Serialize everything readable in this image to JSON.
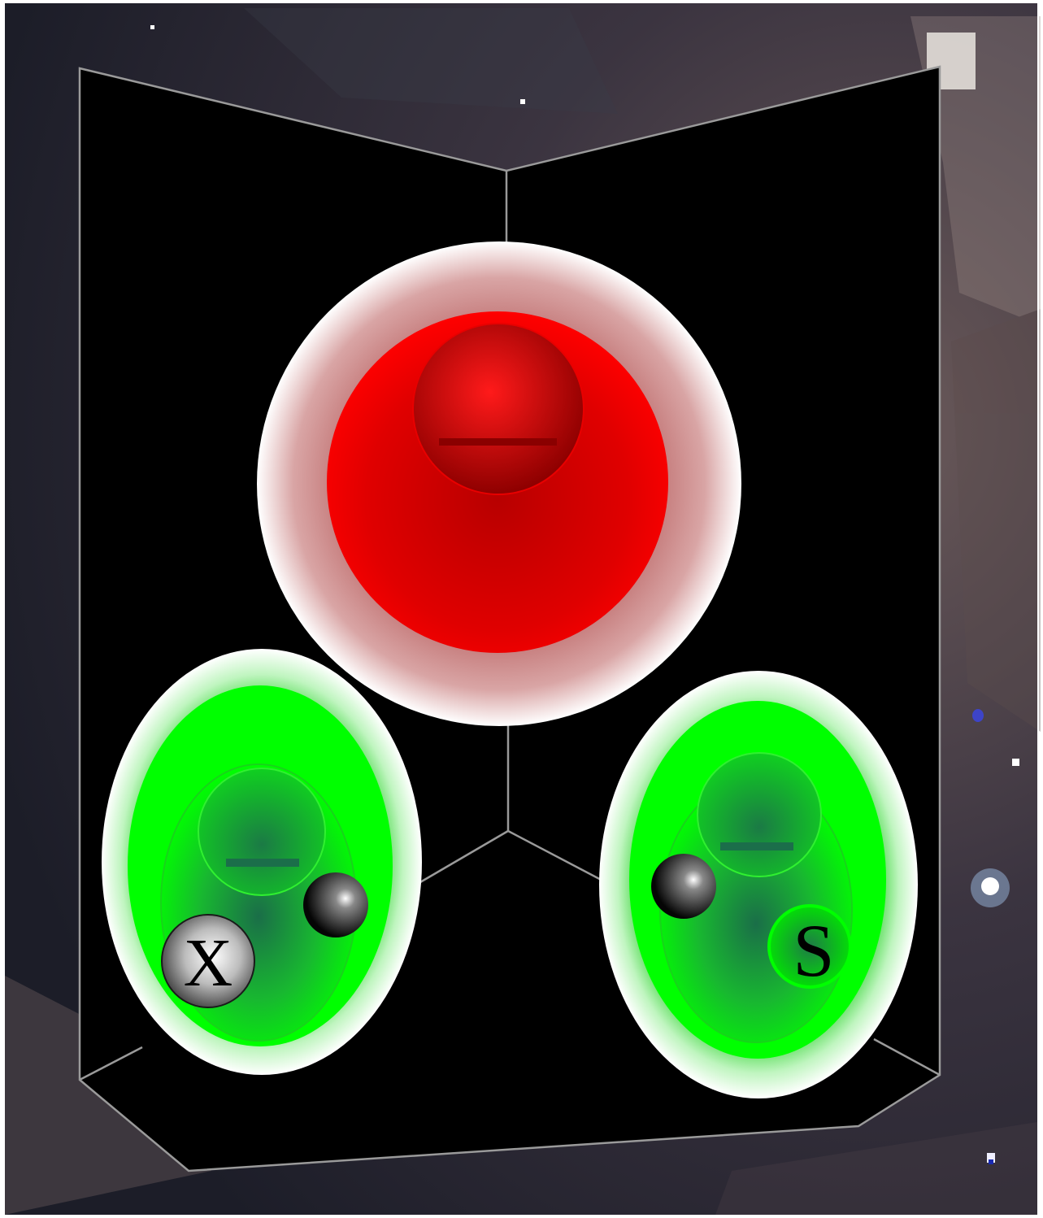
{
  "scene": {
    "top_orb": {
      "symbol": "minus",
      "color": "#ff0000"
    },
    "left_orb": {
      "symbol": "minus",
      "color": "#00ff00",
      "particle_label": "X",
      "has_dark_sphere": true
    },
    "right_orb": {
      "symbol": "minus",
      "color": "#00ff00",
      "particle_label": "S",
      "has_dark_sphere": true
    }
  },
  "colors": {
    "background_space": "#2a2a36",
    "box_fill": "#000000",
    "box_edge": "#9a9a9a",
    "red_core": "#ff0000",
    "red_halo": "#c07070",
    "green_core": "#00ff00",
    "green_halo": "#d8f5d8",
    "minus_bar_red": "#8a0000",
    "minus_bar_green": "#1b6e4a"
  }
}
